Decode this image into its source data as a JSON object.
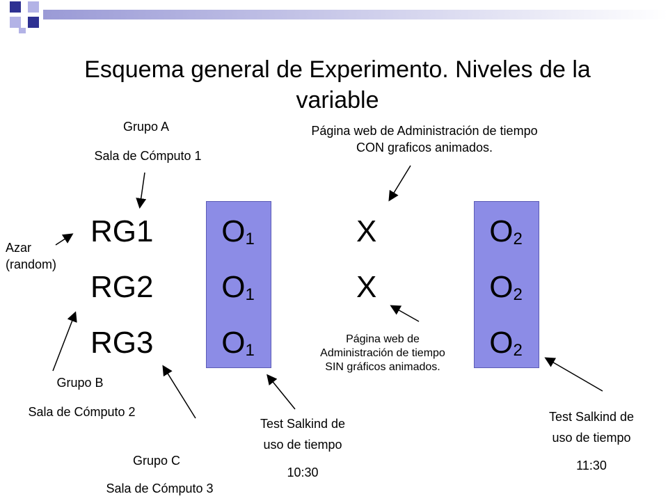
{
  "title": "Esquema general de Experimento. Niveles de la variable",
  "colors": {
    "panel": "#8c8ce6",
    "deco_dark": "#2e3192",
    "deco_light": "#b3b3e6"
  },
  "groups": {
    "a": {
      "name": "Grupo A",
      "room": "Sala de Cómputo 1"
    },
    "b": {
      "name": "Grupo B",
      "room": "Sala de Cómputo 2"
    },
    "c": {
      "name": "Grupo C",
      "room": "Sala de Cómputo 3"
    }
  },
  "azar": {
    "line1": "Azar",
    "line2": "(random)"
  },
  "rows": [
    {
      "rg": "RG1",
      "o1": "O",
      "o1_sub": "1",
      "x": "X",
      "o2": "O",
      "o2_sub": "2"
    },
    {
      "rg": "RG2",
      "o1": "O",
      "o1_sub": "1",
      "x": "X",
      "o2": "O",
      "o2_sub": "2"
    },
    {
      "rg": "RG3",
      "o1": "O",
      "o1_sub": "1",
      "x": "",
      "o2": "O",
      "o2_sub": "2"
    }
  ],
  "treatment_top": {
    "line1": "Página web de Administración de tiempo",
    "line2": "CON graficos animados."
  },
  "treatment_bottom": {
    "line1": "Página web de",
    "line2": "Administración de tiempo",
    "line3": "SIN gráficos animados."
  },
  "test1": {
    "line1": "Test Salkind de",
    "line2": "uso de tiempo",
    "time": "10:30"
  },
  "test2": {
    "line1": "Test Salkind de",
    "line2": "uso de tiempo",
    "time": "11:30"
  }
}
